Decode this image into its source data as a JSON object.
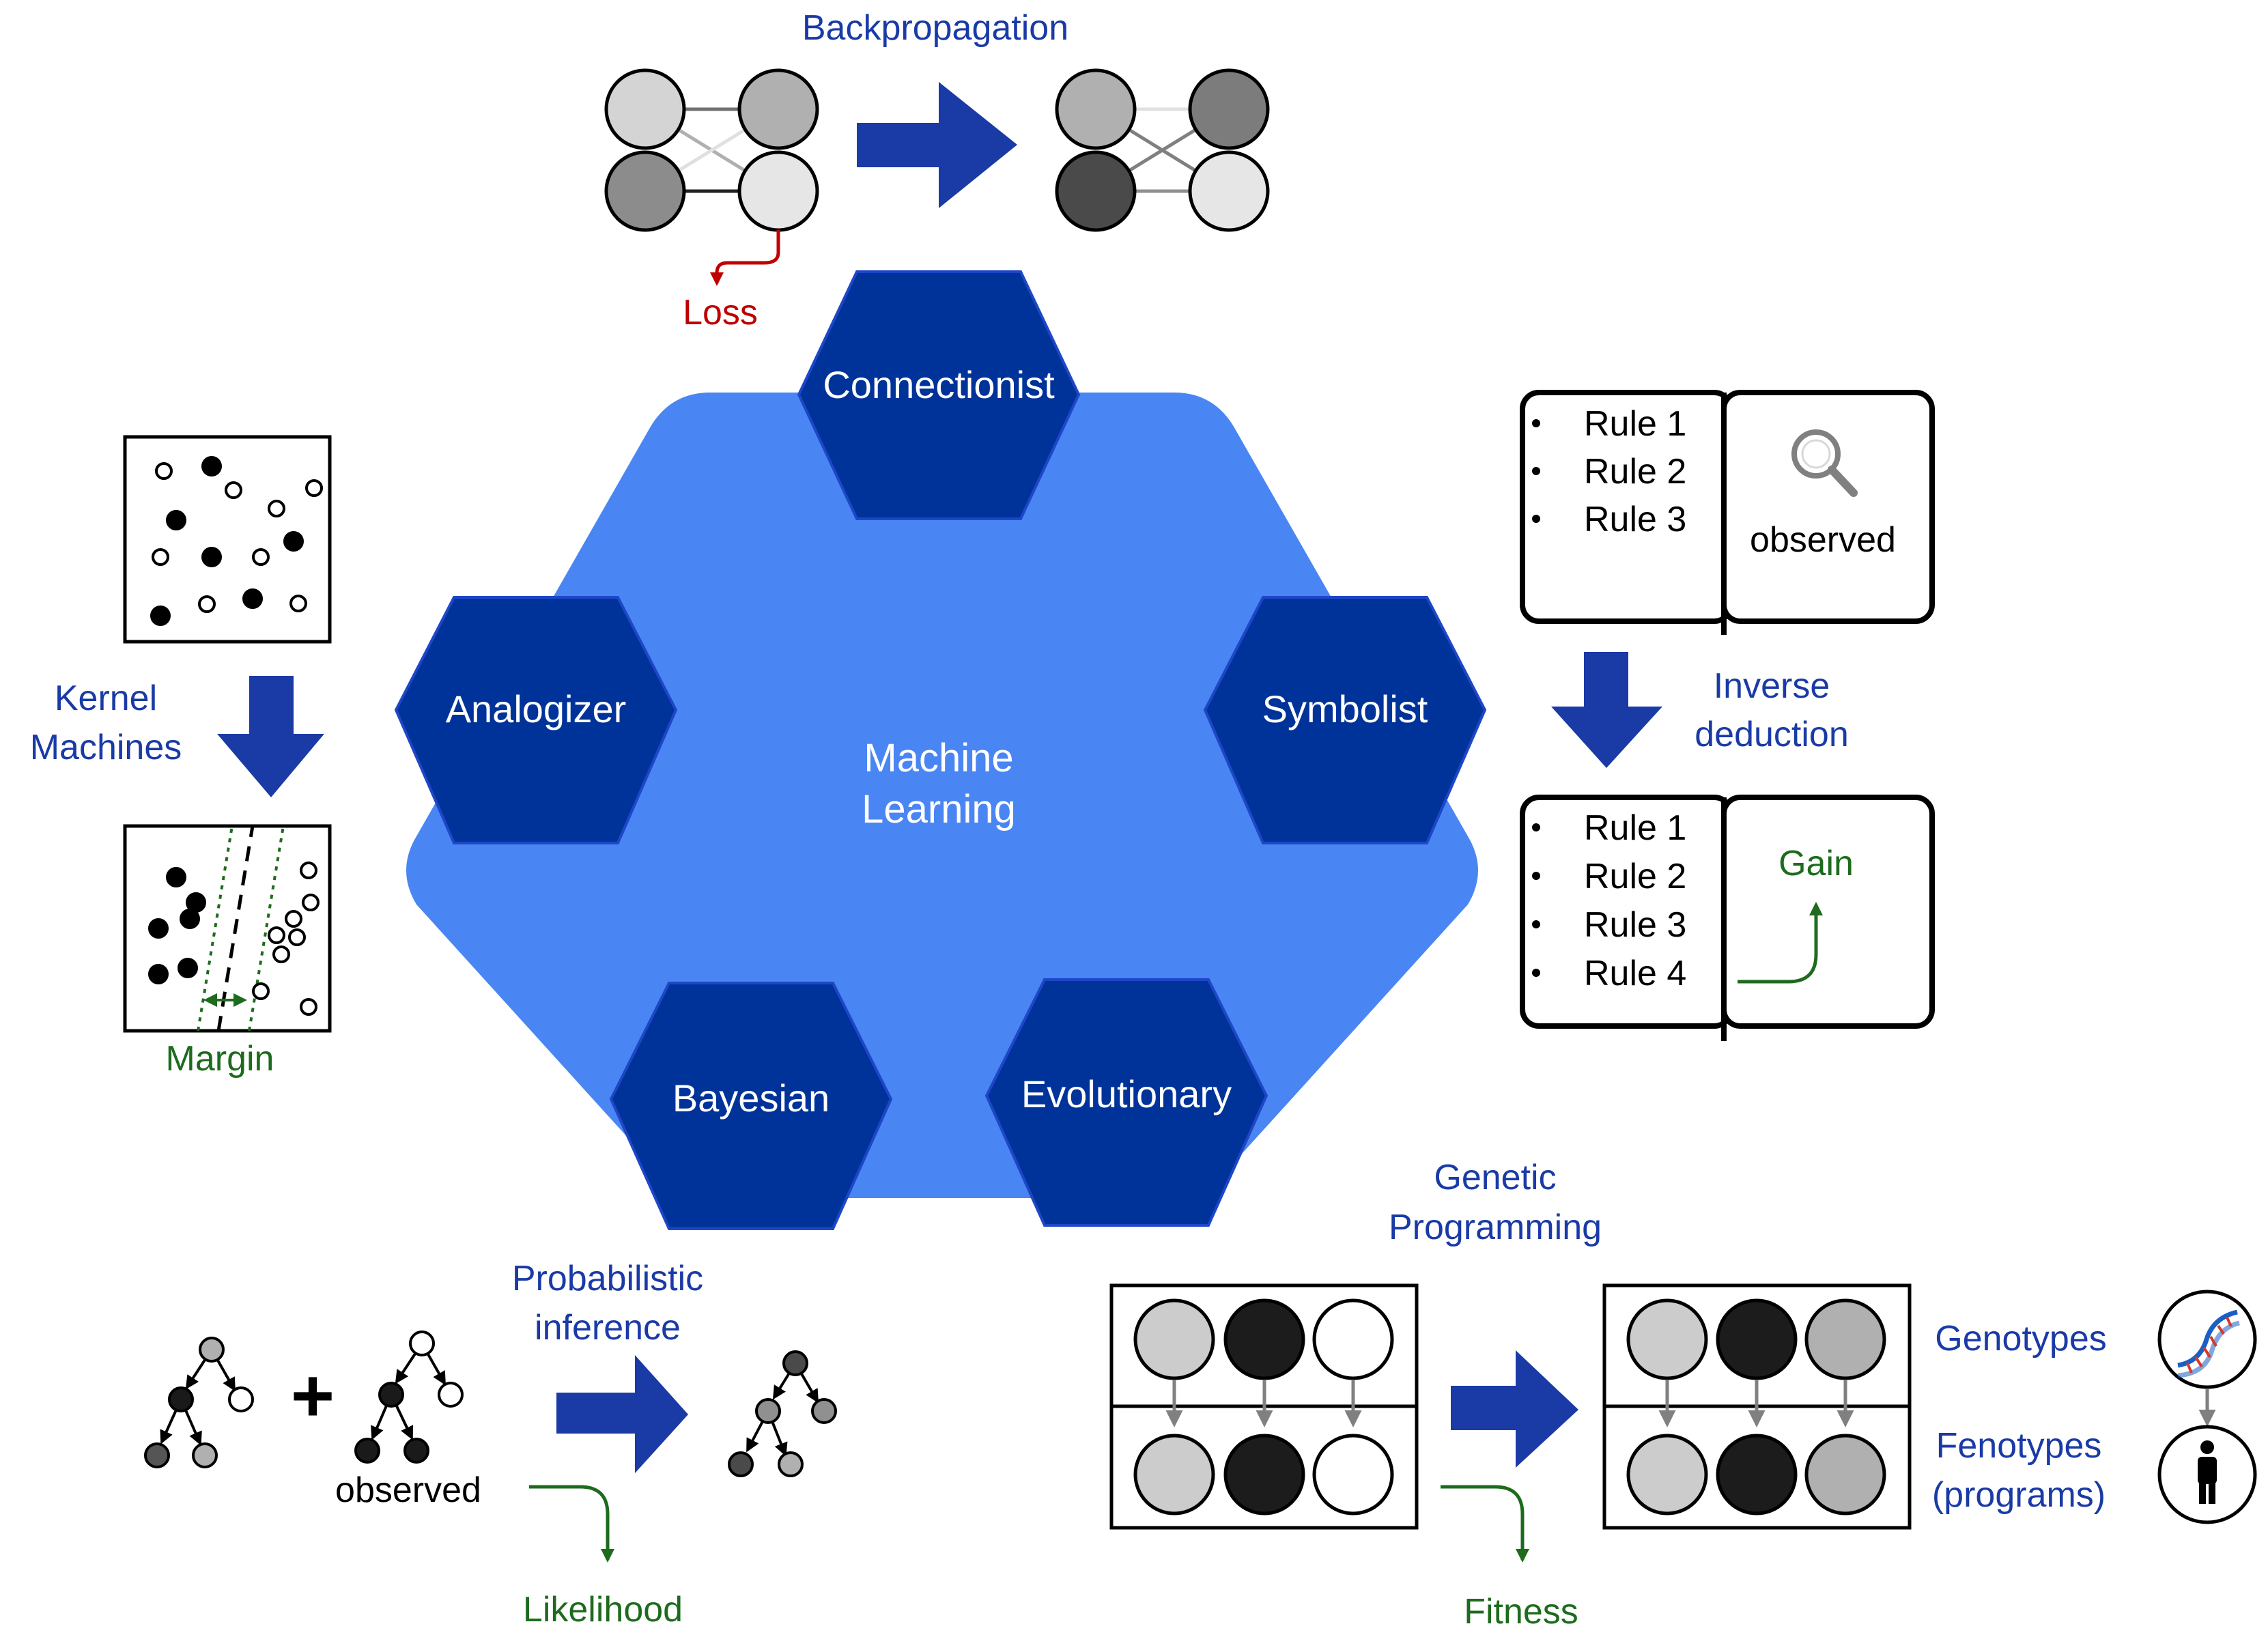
{
  "center": {
    "line1": "Machine",
    "line2": "Learning"
  },
  "tribes": {
    "connectionist": "Connectionist",
    "symbolist": "Symbolist",
    "analogizer": "Analogizer",
    "bayesian": "Bayesian",
    "evolutionary": "Evolutionary"
  },
  "backprop": {
    "title": "Backpropagation",
    "loss": "Loss"
  },
  "kernel": {
    "line1": "Kernel",
    "line2": "Machines",
    "margin": "Margin"
  },
  "inverse": {
    "line1": "Inverse",
    "line2": "deduction",
    "top_rules": [
      "Rule 1",
      "Rule 2",
      "Rule 3"
    ],
    "observed": "observed",
    "bottom_rules": [
      "Rule 1",
      "Rule 2",
      "Rule 3",
      "Rule 4"
    ],
    "gain": "Gain"
  },
  "prob": {
    "line1": "Probabilistic",
    "line2": "inference",
    "observed": "observed",
    "likelihood": "Likelihood",
    "plus": "+"
  },
  "genetic": {
    "line1": "Genetic",
    "line2": "Programming",
    "genotypes": "Genotypes",
    "fenotypes1": "Fenotypes",
    "fenotypes2": "(programs)",
    "fitness": "Fitness"
  },
  "colors": {
    "hex_big": "#4a86f3",
    "hex_dark": "#003399",
    "label_blue": "#1a3aa6",
    "green": "#1e6b1e",
    "red": "#c00000",
    "arrow": "#1a3aa6"
  }
}
